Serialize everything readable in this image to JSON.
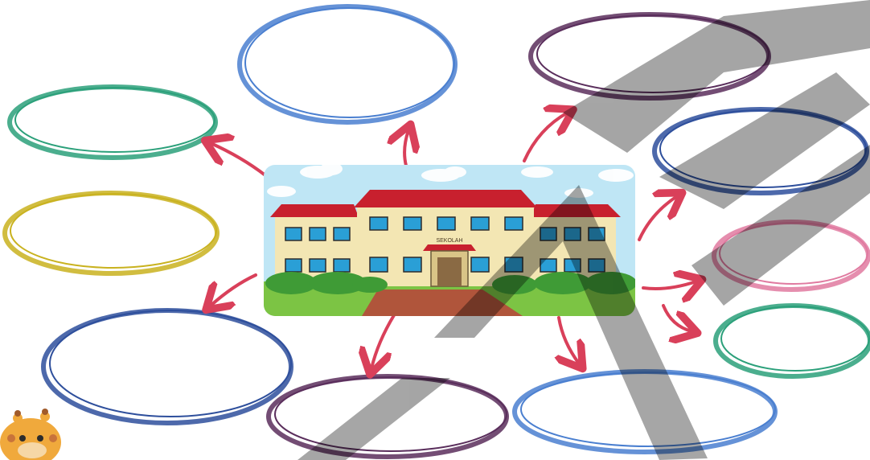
{
  "center_image": {
    "sign_text": "SEKOLAH",
    "colors": {
      "sky": "#bfe6f5",
      "roof": "#c8202e",
      "wall": "#f3e6b3",
      "window": "#2a9fd6",
      "grass": "#7cc444",
      "bush": "#3f9b36",
      "path": "#b0553b"
    }
  },
  "bubbles": [
    {
      "label": "",
      "color": "#4a7fd0"
    },
    {
      "label": "",
      "color": "#5a2e5c"
    },
    {
      "label": "",
      "color": "#2ba07a"
    },
    {
      "label": "",
      "color": "#2e4f9c"
    },
    {
      "label": "",
      "color": "#c9b21f"
    },
    {
      "label": "",
      "color": "#e07aa0"
    },
    {
      "label": "",
      "color": "#2e4f9c"
    },
    {
      "label": "",
      "color": "#2ba07a"
    },
    {
      "label": "",
      "color": "#5a2e5c"
    },
    {
      "label": "",
      "color": "#4a7fd0"
    }
  ],
  "arrow_color": "#d9405a",
  "mascot": "giraffe-mascot",
  "watermark": {
    "text": "LKBK",
    "color": "#000000"
  }
}
